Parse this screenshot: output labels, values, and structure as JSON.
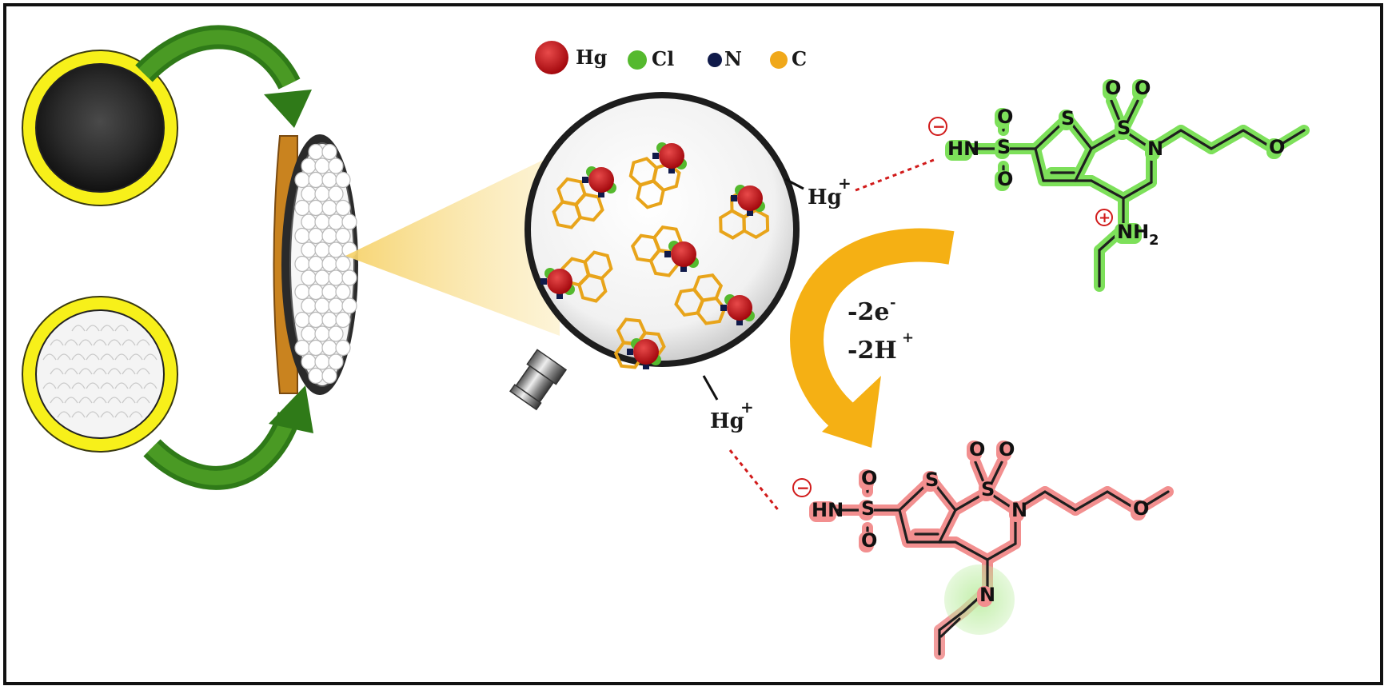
{
  "legend": {
    "items": [
      {
        "symbol": "Hg",
        "color": "#c0171c"
      },
      {
        "symbol": "Cl",
        "color": "#55b92e"
      },
      {
        "symbol": "N",
        "color": "#101a4a"
      },
      {
        "symbol": "C",
        "color": "#f0a81a"
      }
    ]
  },
  "ions": {
    "hg_top": "Hg",
    "hg_bottom": "Hg",
    "plus": "+"
  },
  "reaction": {
    "line1": "-2e",
    "line1_sup": "-",
    "line2": "-2H",
    "line2_sup": "+"
  },
  "molecule_top": {
    "charge_neg": "−",
    "charge_pos": "+",
    "atoms": {
      "S_ring": "S",
      "S_sulfonyl": "S",
      "N_ring": "N",
      "O_ether": "O",
      "O1": "O",
      "O2": "O",
      "O3": "O",
      "O4": "O",
      "S_sulfonamide": "S",
      "HN": "HN",
      "NH": "NH",
      "sub2": "2"
    },
    "highlight": "#7de05a"
  },
  "molecule_bottom": {
    "charge_neg": "−",
    "atoms": {
      "S_ring": "S",
      "S_sulfonyl": "S",
      "N_ring": "N",
      "O_ether": "O",
      "O1": "O",
      "O2": "O",
      "O3": "O",
      "O4": "O",
      "S_sulfonamide": "S",
      "HN": "HN",
      "N_imine": "N"
    },
    "highlight": "#f28f8f"
  },
  "colors": {
    "frame": "#111111",
    "arrow_green": "#2f7a18",
    "arrow_orange": "#f5b014",
    "disc_ring": "#f7f01a",
    "electrode_orange": "#c9831f",
    "bond_dark": "#2a2a2a",
    "charge_red": "#d11b1b",
    "dashed_red": "#d11b1b"
  }
}
